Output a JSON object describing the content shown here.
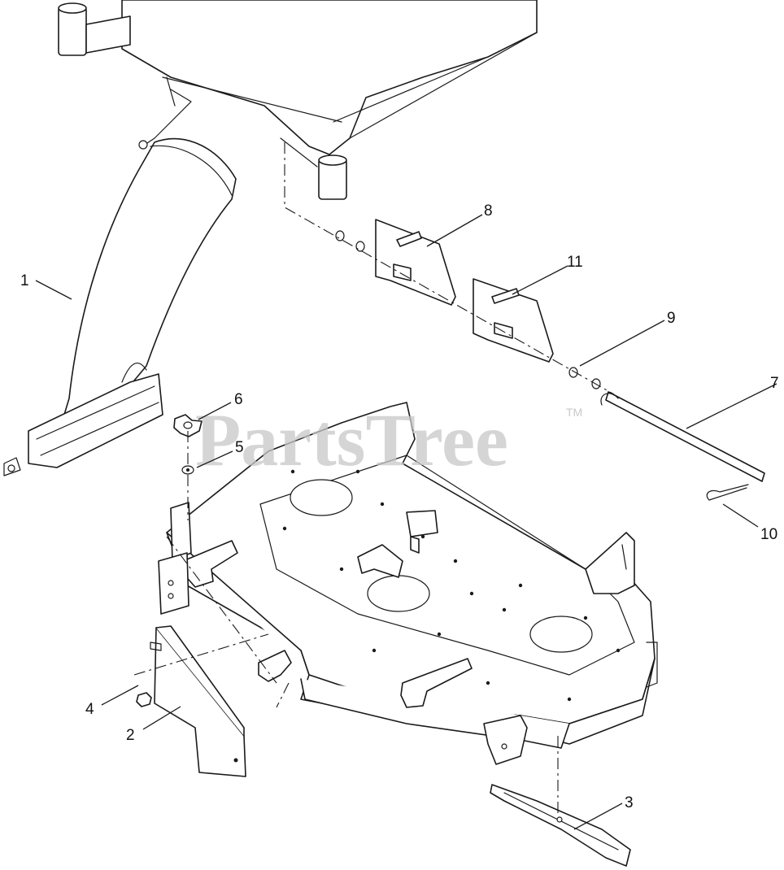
{
  "watermark": {
    "text": "PartsTree",
    "tm": "TM"
  },
  "callouts": [
    "1",
    "2",
    "3",
    "4",
    "5",
    "6",
    "7",
    "8",
    "9",
    "10",
    "11"
  ]
}
